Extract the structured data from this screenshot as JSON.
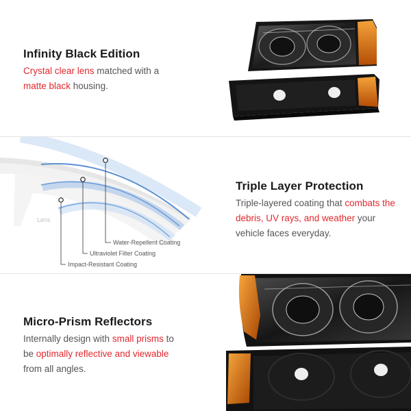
{
  "sections": [
    {
      "title": "Infinity Black Edition",
      "desc": [
        "Crystal clear lens",
        " matched with a ",
        "matte black",
        " housing."
      ]
    },
    {
      "title": "Triple Layer Protection",
      "desc": [
        "Triple-layered coating that ",
        "combats the debris, UV rays, and weather",
        " your vehicle faces everyday."
      ]
    },
    {
      "title": "Micro-Prism Reflectors",
      "desc": [
        "Internally design with ",
        "small prisms",
        " to be ",
        "optimally reflective and viewable",
        " from all angles."
      ]
    }
  ],
  "diagram": {
    "lens_label": "Lens",
    "layers": [
      "Water-Repellent Coating",
      "Ultraviolet Filter Coating",
      "Impact-Resistant Coating"
    ]
  },
  "colors": {
    "accent": "#e0282e",
    "amber": "#e07a10",
    "housing": "#141414"
  },
  "icons": [
    "headlight-image",
    "layer-diagram",
    "headlight-closeup-image"
  ]
}
